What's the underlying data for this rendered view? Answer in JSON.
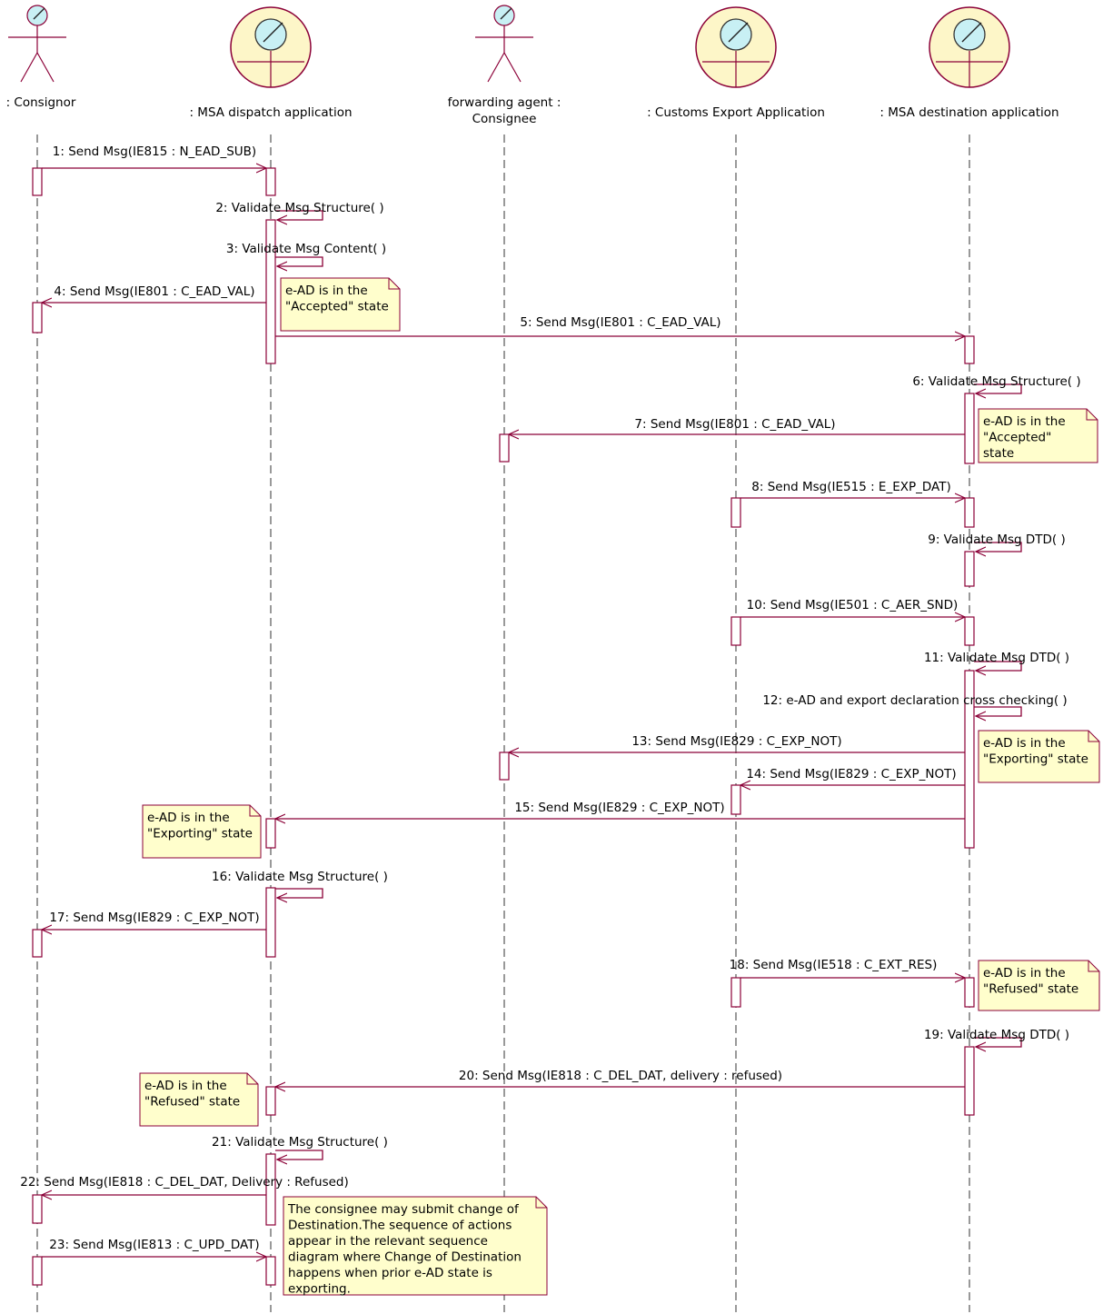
{
  "colors": {
    "line": "#8b0037",
    "lifeline": "#333333",
    "actor_fill": "#fffde0",
    "boundary_fill": "#fdf6c8",
    "ball_fill": "#c8f0f4",
    "note_fill": "#fffecc",
    "note_border": "#8b0037"
  },
  "participants": [
    {
      "id": "consignor",
      "kind": "actor",
      "label": ": Consignor"
    },
    {
      "id": "dispatch",
      "kind": "boundary",
      "label": ": MSA dispatch application"
    },
    {
      "id": "agent",
      "kind": "actor",
      "label": "forwarding agent :\nConsignee"
    },
    {
      "id": "customs",
      "kind": "boundary",
      "label": ": Customs Export Application"
    },
    {
      "id": "destination",
      "kind": "boundary",
      "label": ": MSA destination application"
    }
  ],
  "messages": [
    {
      "label": "1: Send Msg(IE815 : N_EAD_SUB)",
      "from": "consignor",
      "to": "dispatch"
    },
    {
      "label": "2: Validate Msg Structure( )",
      "from": "dispatch",
      "to": "dispatch"
    },
    {
      "label": "3: Validate Msg Content( )",
      "from": "dispatch",
      "to": "dispatch"
    },
    {
      "label": "4: Send Msg(IE801 : C_EAD_VAL)",
      "from": "dispatch",
      "to": "consignor"
    },
    {
      "label": "5: Send Msg(IE801 : C_EAD_VAL)",
      "from": "dispatch",
      "to": "destination"
    },
    {
      "label": "6: Validate Msg Structure( )",
      "from": "destination",
      "to": "destination"
    },
    {
      "label": "7: Send Msg(IE801 : C_EAD_VAL)",
      "from": "destination",
      "to": "agent"
    },
    {
      "label": "8: Send Msg(IE515 : E_EXP_DAT)",
      "from": "customs",
      "to": "destination"
    },
    {
      "label": "9: Validate Msg DTD( )",
      "from": "destination",
      "to": "destination"
    },
    {
      "label": "10: Send Msg(IE501 : C_AER_SND)",
      "from": "customs",
      "to": "destination"
    },
    {
      "label": "11: Validate Msg DTD( )",
      "from": "destination",
      "to": "destination"
    },
    {
      "label": "12: e-AD and export declaration cross checking( )",
      "from": "destination",
      "to": "destination"
    },
    {
      "label": "13: Send Msg(IE829 : C_EXP_NOT)",
      "from": "destination",
      "to": "agent"
    },
    {
      "label": "14: Send Msg(IE829 : C_EXP_NOT)",
      "from": "destination",
      "to": "customs"
    },
    {
      "label": "15: Send Msg(IE829 : C_EXP_NOT)",
      "from": "destination",
      "to": "dispatch"
    },
    {
      "label": "16: Validate Msg Structure( )",
      "from": "dispatch",
      "to": "dispatch"
    },
    {
      "label": "17: Send Msg(IE829 : C_EXP_NOT)",
      "from": "dispatch",
      "to": "consignor"
    },
    {
      "label": "18: Send Msg(IE518 : C_EXT_RES)",
      "from": "customs",
      "to": "destination"
    },
    {
      "label": "19: Validate Msg DTD( )",
      "from": "destination",
      "to": "destination"
    },
    {
      "label": "20: Send Msg(IE818 : C_DEL_DAT, delivery : refused)",
      "from": "destination",
      "to": "dispatch"
    },
    {
      "label": "21: Validate Msg Structure( )",
      "from": "dispatch",
      "to": "dispatch"
    },
    {
      "label": "22: Send Msg(IE818 : C_DEL_DAT, Delivery : Refused)",
      "from": "dispatch",
      "to": "consignor"
    },
    {
      "label": "23: Send Msg(IE813 : C_UPD_DAT)",
      "from": "consignor",
      "to": "dispatch"
    }
  ],
  "notes": [
    {
      "text": "e-AD is in the\n\"Accepted\" state"
    },
    {
      "text": "e-AD is in the\n\"Accepted\"\nstate"
    },
    {
      "text": "e-AD is in the\n\"Exporting\" state"
    },
    {
      "text": "e-AD is in the\n\"Exporting\" state"
    },
    {
      "text": "e-AD is in the\n\"Refused\" state"
    },
    {
      "text": "e-AD is in the\n\"Refused\" state"
    },
    {
      "text": "The consignee may submit change of\nDestination.The sequence of actions\nappear in the relevant sequence\ndiagram where Change of Destination\nhappens when prior e-AD state is\nexporting."
    }
  ]
}
